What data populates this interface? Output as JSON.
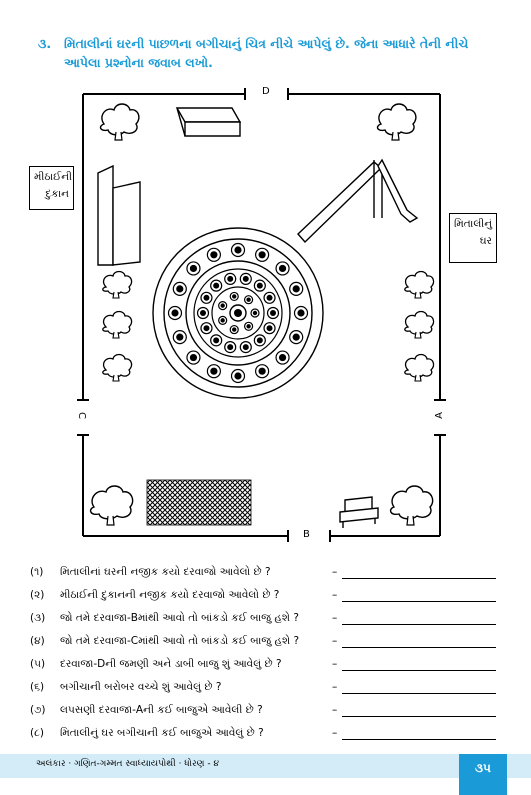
{
  "header": {
    "number": "૩.",
    "text": "મિતાલીનાં ઘરની પાછળના બગીચાનું ચિત્ર નીચે આપેલું છે. જેના આધારે તેની નીચે આપેલા પ્રશ્નોના જવાબ લખો."
  },
  "diagram": {
    "gates": {
      "top": "D",
      "bottom": "B",
      "left": "C",
      "right": "A"
    },
    "left_box": "મીઠાઈની દુકાન",
    "right_box": "મિતાલીનું ઘર"
  },
  "questions": [
    {
      "num": "(૧)",
      "text": "મિતાલીનાં ઘરની નજીક કયો દરવાજો આવેલો છે ?",
      "dash": "–"
    },
    {
      "num": "(૨)",
      "text": "મીઠાઈની દુકાનની નજીક કયો દરવાજો આવેલો છે ?",
      "dash": "–"
    },
    {
      "num": "(૩)",
      "text": "જો તમે દરવાજા-Bમાંથી આવો તો બાંકડો કઈ બાજુ હશે ?",
      "dash": "–"
    },
    {
      "num": "(૪)",
      "text": "જો તમે દરવાજા-Cમાંથી આવો તો બાંકડો કઈ બાજુ હશે ?",
      "dash": "–"
    },
    {
      "num": "(૫)",
      "text": "દરવાજા-Dની જમણી અને ડાબી બાજુ શું આવેલું છે ?",
      "dash": "–"
    },
    {
      "num": "(૬)",
      "text": "બગીચાની બરોબર વચ્ચે શું આવેલું છે ?",
      "dash": "–"
    },
    {
      "num": "(૭)",
      "text": "લપસણી દરવાજા-Aની કઈ બાજુએ આવેલી છે ?",
      "dash": "–"
    },
    {
      "num": "(૮)",
      "text": "મિતાલીનું ઘર બગીચાની કઈ બાજુએ આવેલું છે ?",
      "dash": "–"
    }
  ],
  "footer": {
    "text": "અલંકાર · ગણિત-ગમ્મત સ્વાધ્યાયપોથી · ધોરણ - ૪",
    "page": "૩૫"
  },
  "colors": {
    "accent": "#1a9bd7",
    "footer_band": "#d3ecf8"
  }
}
